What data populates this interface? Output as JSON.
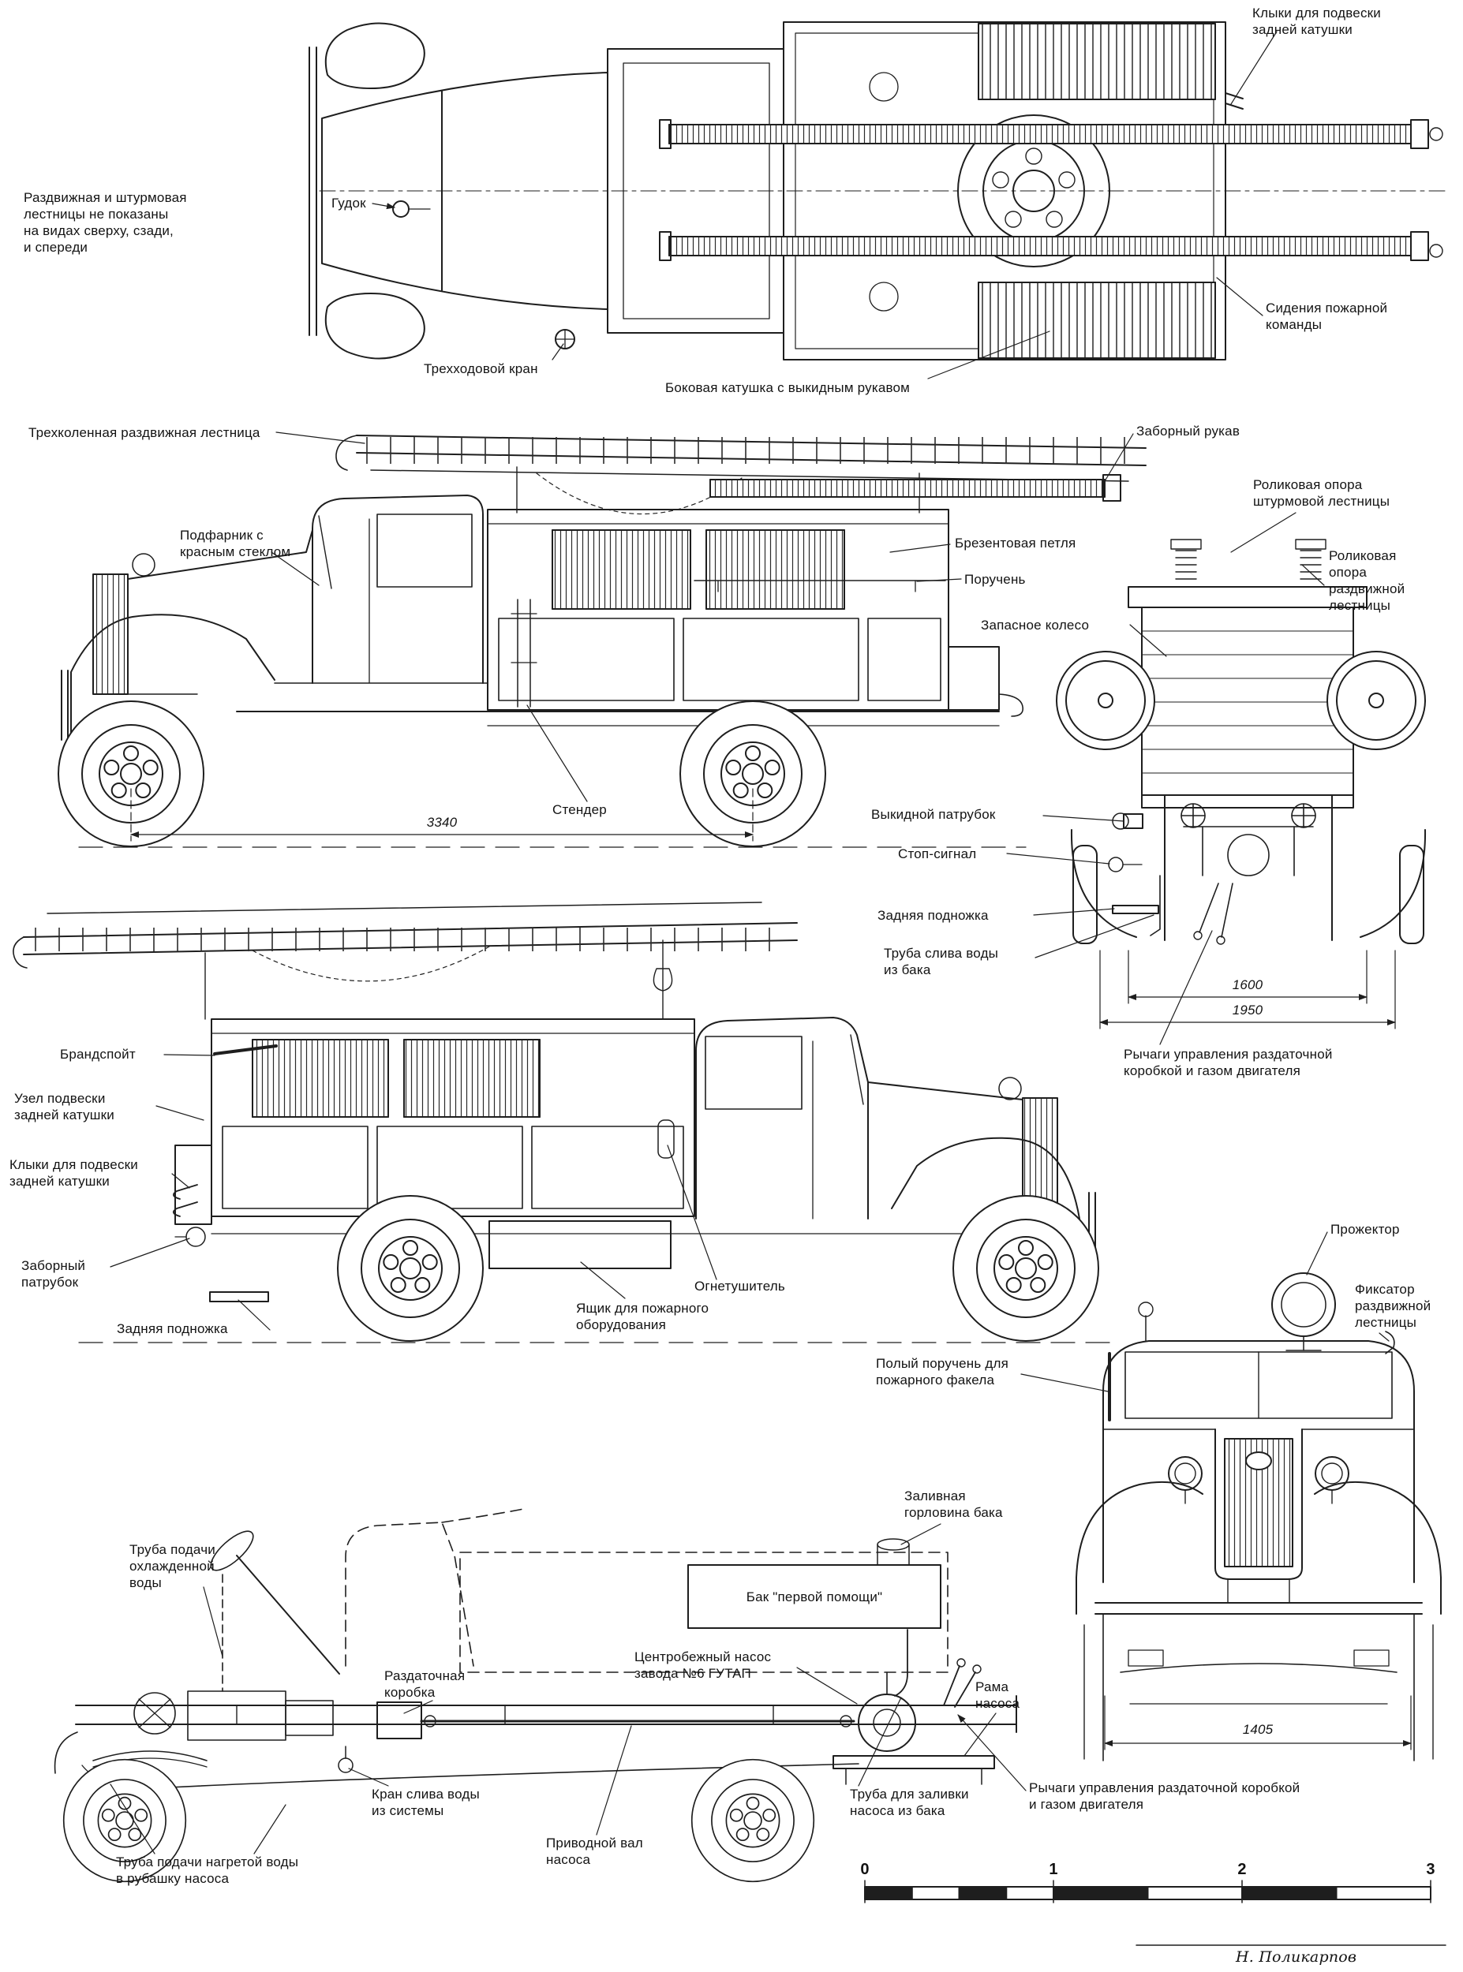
{
  "drawing": {
    "note": "Раздвижная и штурмовая\nлестницы не показаны\nна видах сверху, сзади,\nи спереди",
    "signature": "Н. Поликарпов"
  },
  "labels": {
    "klyki_top": "Клыки для подвески\nзадней катушки",
    "gudok": "Гудок",
    "trekhhodovoy_kran": "Трехходовой кран",
    "bokovaya_katushka": "Боковая катушка с выкидным рукавом",
    "sideniya": "Сидения пожарной\nкоманды",
    "trekhkolennaya_lestnitsa": "Трехколенная раздвижная лестница",
    "zaborny_rukav": "Заборный рукав",
    "podfarnik": "Подфарник с\nкрасным стеклом",
    "brezentovaya_petlya": "Брезентовая петля",
    "poruchen": "Поручень",
    "rolikovaya_opora_shturmovoy": "Роликовая опора\nштурмовой лестницы",
    "rolikovaya_opora_razdvizhnoy": "Роликовая\nопора\nраздвижной\nлестницы",
    "zapasnoe_koleso": "Запасное колесо",
    "stender": "Стендер",
    "vykidnoy_patrubok": "Выкидной патрубок",
    "stop_signal": "Стоп-сигнал",
    "zadnyaya_podnozhka_rear": "Задняя подножка",
    "truba_sliva_vody": "Труба слива воды\nиз бака",
    "rychagi_rear": "Рычаги управления раздаточной\nкоробкой и газом двигателя",
    "brandspoyt": "Брандспойт",
    "uzel_podveski": "Узел подвески\nзадней катушки",
    "klyki_left": "Клыки для подвески\nзадней катушки",
    "zaborny_patrubok": "Заборный\nпатрубок",
    "zadnyaya_podnozhka_left": "Задняя подножка",
    "yashchik": "Ящик для пожарного\nоборудования",
    "ognetushitel": "Огнетушитель",
    "prozhektor": "Прожектор",
    "fiksator": "Фиксатор\nраздвижной\nлестницы",
    "poly_poruchen": "Полый поручень для\nпожарного факела",
    "truba_okhlazhdennoy": "Труба подачи\nохлажденной\nводы",
    "zalivnaya_gorlovina": "Заливная\nгорловина бака",
    "bak_pervoy_pomoshchi": "Бак \"первой помощи\"",
    "tsentrobezhny_nasos": "Центробежный насос\nзавода №6 ГУТАП",
    "razdatochnaya_korobka": "Раздаточная\nкоробка",
    "rama_nasosa": "Рама\nнасоса",
    "kran_sliva": "Кран слива воды\nиз системы",
    "privodnoy_val": "Приводной вал\nнасоса",
    "truba_zalivki": "Труба для заливки\nнасоса из бака",
    "rychagi_bottom": "Рычаги управления раздаточной коробкой\nи газом двигателя",
    "truba_nagretoy": "Труба подачи нагретой воды\nв рубашку насоса"
  },
  "dimensions": {
    "wheelbase_mm": "3340",
    "track_mm": "1600",
    "overall_width_mm": "1950",
    "front_width_mm": "1405"
  },
  "scale_bar": {
    "ticks": [
      "0",
      "1",
      "2",
      "3"
    ]
  }
}
